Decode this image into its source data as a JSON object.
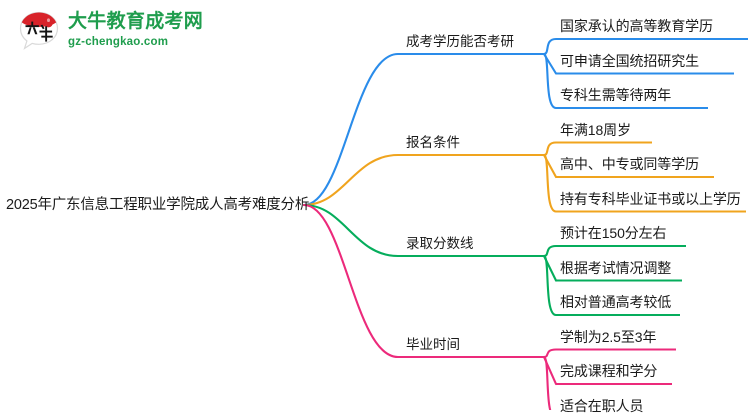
{
  "logo": {
    "mark_text": "大牛",
    "mark_icon": "speech-bubble-logo-icon",
    "name_cn": "大牛教育成考网",
    "name_en": "gz-chengkao.com",
    "color": "#1f9d4d",
    "accent_color": "#d8232a"
  },
  "mindmap": {
    "root": {
      "label": "2025年广东信息工程职业学院成人高考难度分析"
    },
    "branches": [
      {
        "label": "成考学历能否考研",
        "color": "#2a8cea",
        "children": [
          {
            "label": "国家承认的高等教育学历"
          },
          {
            "label": "可申请全国统招研究生"
          },
          {
            "label": "专科生需等待两年"
          }
        ]
      },
      {
        "label": "报名条件",
        "color": "#f0a41e",
        "children": [
          {
            "label": "年满18周岁"
          },
          {
            "label": "高中、中专或同等学历"
          },
          {
            "label": "持有专科毕业证书或以上学历"
          }
        ]
      },
      {
        "label": "录取分数线",
        "color": "#05ad5c",
        "children": [
          {
            "label": "预计在150分左右"
          },
          {
            "label": "根据考试情况调整"
          },
          {
            "label": "相对普通高考较低"
          }
        ]
      },
      {
        "label": "毕业时间",
        "color": "#ec2a7b",
        "children": [
          {
            "label": "学制为2.5至3年"
          },
          {
            "label": "完成课程和学分"
          },
          {
            "label": "适合在职人员"
          }
        ]
      }
    ]
  }
}
